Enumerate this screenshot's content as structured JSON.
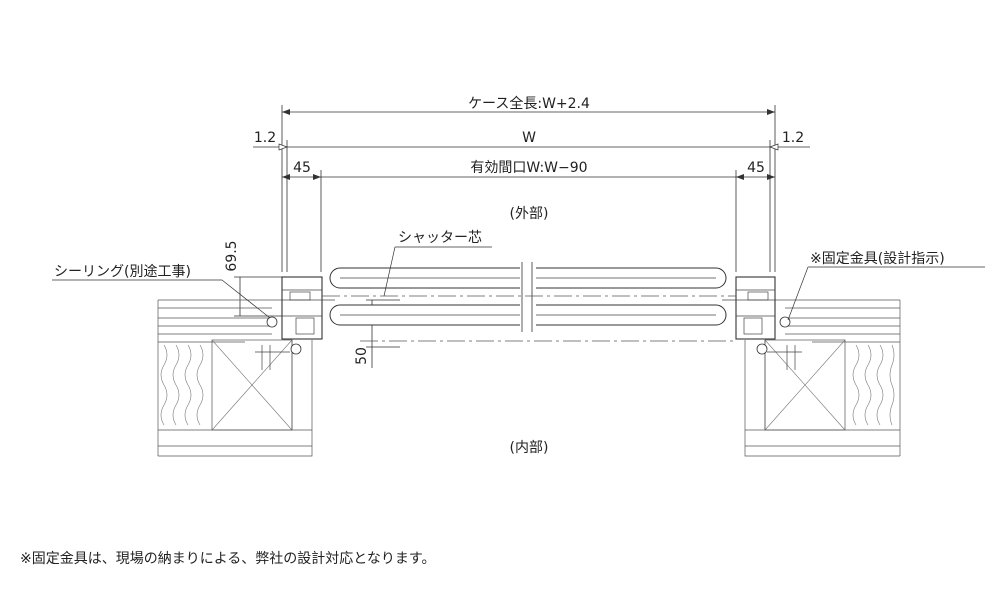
{
  "dimensions": {
    "case_length": "ケース全長:W+2.4",
    "width": "W",
    "left_offset": "1.2",
    "right_offset": "1.2",
    "left_frame": "45",
    "right_frame": "45",
    "effective_opening": "有効間口W:W−90",
    "height_695": "69.5",
    "depth_50": "50"
  },
  "labels": {
    "exterior": "(外部)",
    "interior": "(内部)",
    "shutter_center": "シャッター芯",
    "sealing": "シーリング(別途工事)",
    "fixing_bracket": "※固定金具(設計指示)"
  },
  "footnote": "※固定金具は、現場の納まりによる、弊社の設計対応となります。"
}
